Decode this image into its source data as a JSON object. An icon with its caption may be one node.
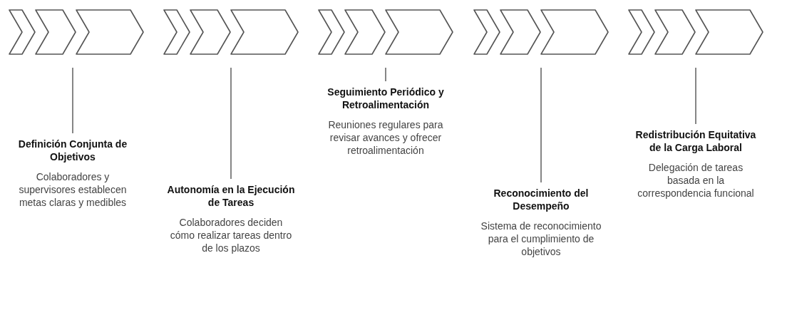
{
  "diagram": {
    "nodes": [
      {
        "text": [],
        "shape": "chevron"
      },
      {
        "text": [],
        "shape": "chevron"
      },
      {
        "text": [],
        "shape": "chevron"
      },
      {
        "text": [],
        "shape": "chevron"
      },
      {
        "text": [],
        "shape": "chevron"
      },
      {
        "text": [
          "Definición Conjunta de Objetivos",
          "Colaboradores y supervisores establecen metas claras y medibles"
        ]
      },
      {
        "text": [
          "Autonomía en la Ejecución de Tareas",
          "Colaboradores deciden cómo realizar tareas dentro de los plazos"
        ]
      },
      {
        "text": [
          "Seguimiento Periódico y Retroalimentación",
          "Reuniones regulares para revisar avances y ofrecer retroalimentación"
        ]
      },
      {
        "text": [
          "Reconocimiento del Desempeño",
          "Sistema de reconocimiento para el cumplimiento de objetivos"
        ]
      },
      {
        "text": [
          "Redistribución Equitativa de la Carga Laboral",
          "Delegación de tareas basada en la correspondencia funcional"
        ]
      }
    ],
    "edges": [
      {
        "from": 5,
        "to": 0,
        "arrow": "none"
      },
      {
        "from": 6,
        "to": 1,
        "arrow": "none"
      },
      {
        "from": 7,
        "to": 2,
        "arrow": "none"
      },
      {
        "from": 8,
        "to": 3,
        "arrow": "none"
      },
      {
        "from": 9,
        "to": 4,
        "arrow": "none"
      }
    ]
  }
}
